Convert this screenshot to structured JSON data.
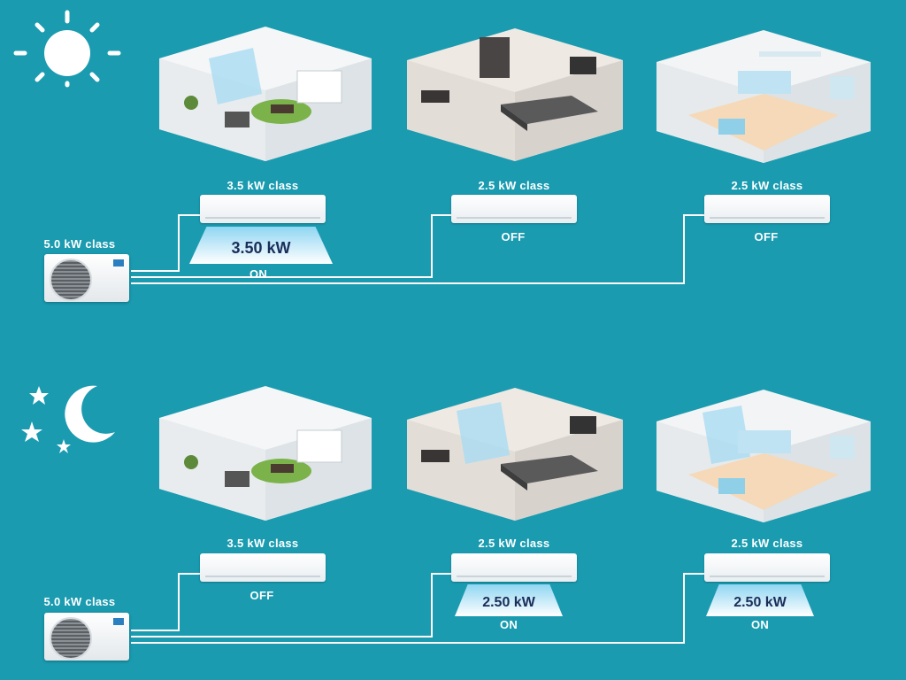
{
  "colors": {
    "background": "#1a9bb0",
    "line": "#ffffff",
    "beam": "#8fd6f2"
  },
  "day": {
    "icon": "sun-icon",
    "outdoor_label": "5.0 kW class",
    "units": [
      {
        "class_label": "3.5 kW class",
        "status": "ON",
        "output": "3.50 kW",
        "room": "living-room"
      },
      {
        "class_label": "2.5 kW class",
        "status": "OFF",
        "output": "",
        "room": "bedroom"
      },
      {
        "class_label": "2.5 kW class",
        "status": "OFF",
        "output": "",
        "room": "kids-room"
      }
    ]
  },
  "night": {
    "icon": "moon-icon",
    "outdoor_label": "5.0 kW class",
    "units": [
      {
        "class_label": "3.5 kW class",
        "status": "OFF",
        "output": "",
        "room": "living-room"
      },
      {
        "class_label": "2.5 kW class",
        "status": "ON",
        "output": "2.50 kW",
        "room": "bedroom"
      },
      {
        "class_label": "2.5 kW class",
        "status": "ON",
        "output": "2.50 kW",
        "room": "kids-room"
      }
    ]
  }
}
